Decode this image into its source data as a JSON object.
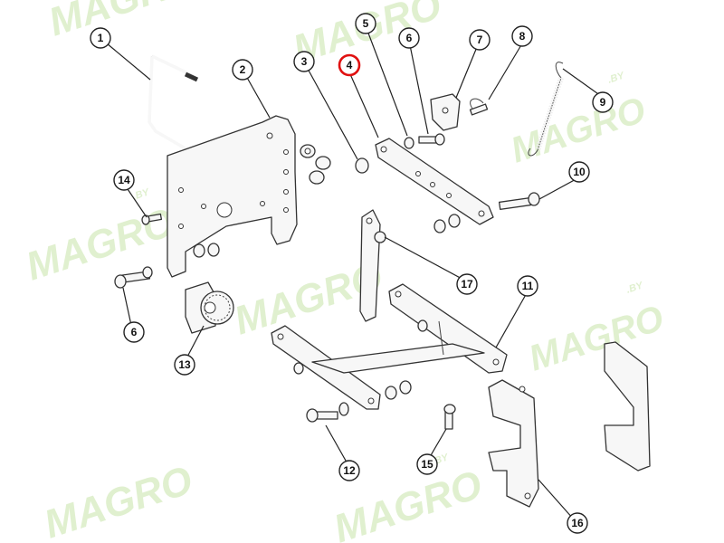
{
  "watermark": {
    "text": "MAGRO",
    "suffix": ".BY"
  },
  "highlight_color": "#e01010",
  "callouts": [
    {
      "id": "callout-1",
      "label": "1"
    },
    {
      "id": "callout-2",
      "label": "2"
    },
    {
      "id": "callout-3",
      "label": "3"
    },
    {
      "id": "callout-4",
      "label": "4",
      "highlighted": true
    },
    {
      "id": "callout-5",
      "label": "5"
    },
    {
      "id": "callout-6a",
      "label": "6"
    },
    {
      "id": "callout-7",
      "label": "7"
    },
    {
      "id": "callout-8",
      "label": "8"
    },
    {
      "id": "callout-9",
      "label": "9"
    },
    {
      "id": "callout-10",
      "label": "10"
    },
    {
      "id": "callout-11",
      "label": "11"
    },
    {
      "id": "callout-12",
      "label": "12"
    },
    {
      "id": "callout-13",
      "label": "13"
    },
    {
      "id": "callout-14",
      "label": "14"
    },
    {
      "id": "callout-15",
      "label": "15"
    },
    {
      "id": "callout-16",
      "label": "16"
    },
    {
      "id": "callout-17",
      "label": "17"
    },
    {
      "id": "callout-6b",
      "label": "6"
    }
  ]
}
